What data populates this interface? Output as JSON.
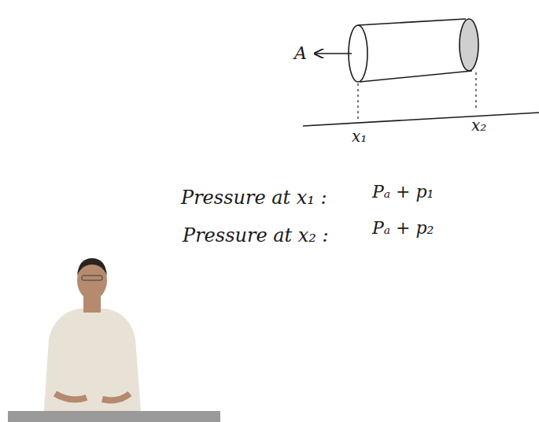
{
  "diagram": {
    "labels": [
      "A",
      "x₁",
      "x₂",
      "Pressure at x₁ :",
      "Pₐ + p₁",
      "Pressure at x₂ :",
      "Pₐ + p₂"
    ]
  }
}
